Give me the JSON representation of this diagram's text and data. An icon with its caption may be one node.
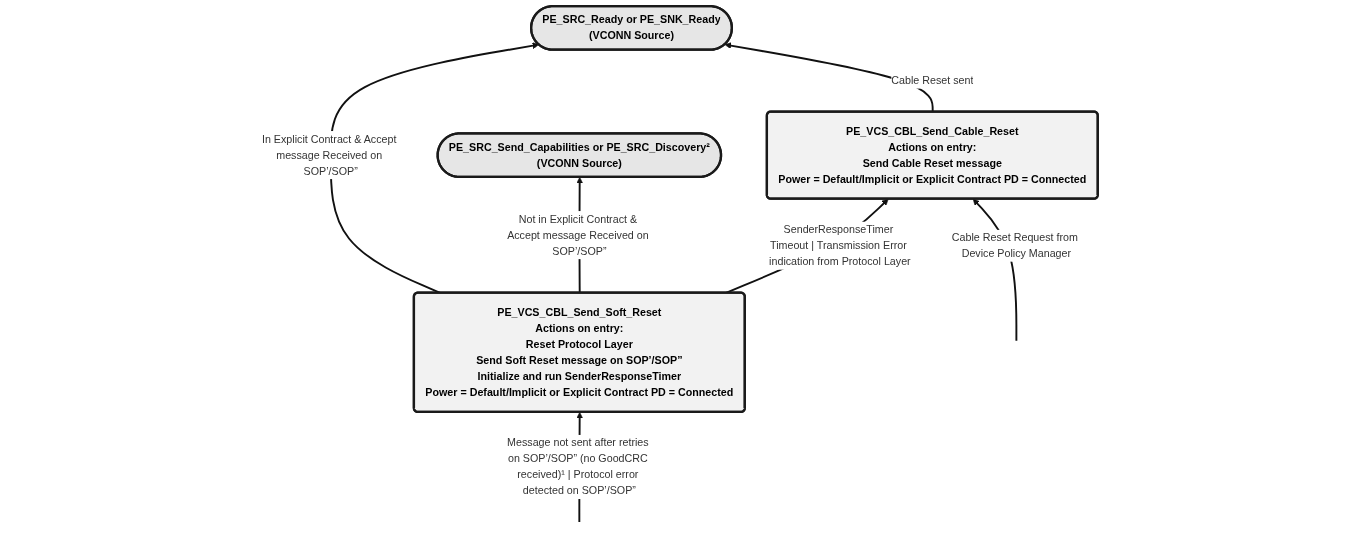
{
  "diagram": {
    "nodes": [
      {
        "text": [
          "PE_SRC_Ready or PE_SNK_Ready",
          "(VCONN Source)"
        ]
      },
      {
        "text": [
          "PE_SRC_Send_Capabilities or PE_SRC_Discovery²",
          "(VCONN Source)"
        ]
      },
      {
        "text": [
          "PE_VCS_CBL_Send_Cable_Reset",
          "Actions on entry:",
          "Send Cable Reset message",
          "Power = Default/Implicit or Explicit Contract PD = Connected"
        ]
      },
      {
        "text": [
          "PE_VCS_CBL_Send_Soft_Reset",
          "Actions on entry:",
          "Reset Protocol Layer",
          "Send Soft Reset message on SOP’/SOP”",
          "Initialize and run SenderResponseTimer",
          "Power = Default/Implicit or Explicit Contract PD = Connected"
        ]
      }
    ],
    "edges": [
      {
        "from": 2,
        "to": 0,
        "arrow": "to",
        "label": "Cable Reset sent"
      },
      {
        "from": 3,
        "to": 0,
        "arrow": "to",
        "label": "In Explicit Contract & Accept message Received on SOP’/SOP”"
      },
      {
        "from": 3,
        "to": 1,
        "arrow": "to",
        "label": "Not in Explicit Contract & Accept message Received on SOP’/SOP”"
      },
      {
        "from": 3,
        "to": 2,
        "arrow": "to",
        "label": "SenderResponseTimer Timeout | Transmission Error indication from Protocol Layer"
      },
      {
        "from": null,
        "to": 2,
        "arrow": "to",
        "label": "Cable Reset Request from Device Policy Manager"
      },
      {
        "from": null,
        "to": 3,
        "arrow": "to",
        "label": "Message not sent after retries on SOP’/SOP” (no GoodCRC received)¹ | Protocol error detected on SOP’/SOP”"
      }
    ]
  }
}
